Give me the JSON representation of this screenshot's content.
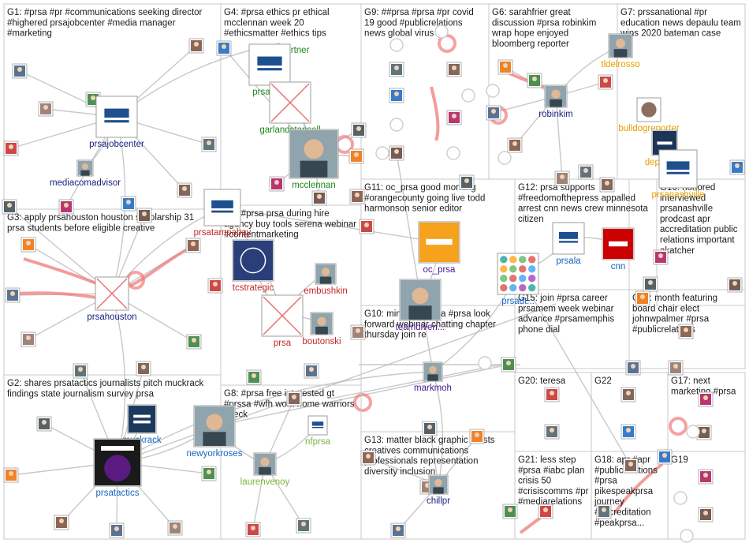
{
  "groups": [
    {
      "id": "G1",
      "text": [
        "G1: #prsa #pr #communications seeking director",
        "#highered prsajobcenter #media manager",
        "#marketing"
      ]
    },
    {
      "id": "G4",
      "text": [
        "G4: #prsa ethics pr ethical",
        "mcclennan week 20",
        "#ethicsmatter #ethics tips"
      ]
    },
    {
      "id": "G9",
      "text": [
        "G9: ##prsa #prsa #pr covid",
        "19 good #publicrelations",
        "news global virus"
      ]
    },
    {
      "id": "G6",
      "text": [
        "G6: sarahfrier great",
        "discussion #prsa robinkim",
        "wrap hope enjoyed",
        "bloomberg reporter"
      ]
    },
    {
      "id": "G7",
      "text": [
        "G7: prssanational #pr",
        "education news depaulu team",
        "wins 2020 bateman case"
      ]
    },
    {
      "id": "G3",
      "text": [
        "G3: apply prsahouston houston scholarship 31",
        "prsa students before eligible creative"
      ]
    },
    {
      "id": "G5",
      "text": [
        "G5: #prsa prsa during hire",
        "agency buy tools serena webinar",
        "#contentmarketing"
      ]
    },
    {
      "id": "G11",
      "text": [
        "G11: oc_prsa good morning",
        "#orangecounty going live todd",
        "harmonson senior editor"
      ]
    },
    {
      "id": "G12",
      "text": [
        "G12: prsa supports",
        "#freedomofthepress appalled",
        "arrest cnn news crew minnesota",
        "citizen"
      ]
    },
    {
      "id": "G16",
      "text": [
        "G16: honored",
        "interviewed",
        "prsanashville",
        "prodcast apr",
        "accreditation public",
        "relations important",
        "akatcher"
      ]
    },
    {
      "id": "G15",
      "text": [
        "G15: join #prsa career",
        "prsamem week webinar",
        "advance #prsamemphis",
        "phone dial"
      ]
    },
    {
      "id": "G14",
      "text": [
        "G14: month featuring",
        "board chair elect",
        "johnwpalmer #prsa",
        "#publicrelations"
      ]
    },
    {
      "id": "G10",
      "text": [
        "G10: minnesotaprsa #prsa look",
        "forward webinar chatting chapter",
        "thursday join re"
      ]
    },
    {
      "id": "G2",
      "text": [
        "G2: shares prsatactics journalists pitch muckrack",
        "findings state journalism survey prsa"
      ]
    },
    {
      "id": "G8",
      "text": [
        "G8: #prsa free interested gt",
        "#prssa #wfh work home warriors",
        "check"
      ]
    },
    {
      "id": "G20",
      "text": [
        "G20: teresa"
      ]
    },
    {
      "id": "G22",
      "text": [
        "G22"
      ]
    },
    {
      "id": "G17",
      "text": [
        "G17: next",
        "marketing #prsa"
      ]
    },
    {
      "id": "G13",
      "text": [
        "G13: matter black graphic artists",
        "creatives communications",
        "professionals representation",
        "diversity inclusion"
      ]
    },
    {
      "id": "G21",
      "text": [
        "G21: less step",
        "#prsa #iabc plan",
        "crisis 50",
        "#crisiscomms #pr",
        "#mediarelations"
      ]
    },
    {
      "id": "G18",
      "text": [
        "G18: apr #apr",
        "#publicrelations",
        "#prsa",
        "pikespeakprsa",
        "journey",
        "#accreditation",
        "#peakprsa..."
      ]
    },
    {
      "id": "G19",
      "text": [
        "G19"
      ]
    }
  ],
  "nodes": [
    {
      "label": "prsajobcenter",
      "color": "#1a237e",
      "thumb": "jobcenter"
    },
    {
      "label": "mediacomadvisor",
      "color": "#1a237e",
      "thumb": "photo"
    },
    {
      "label": "thoughtpartner",
      "color": "#1b8a1b",
      "thumb": "logo-m"
    },
    {
      "label": "prsacolo",
      "color": "#1b8a1b",
      "thumb": "prsa"
    },
    {
      "label": "garlandstansell",
      "color": "#1b8a1b",
      "thumb": "missing"
    },
    {
      "label": "mcclennan",
      "color": "#1b8a1b",
      "thumb": "photo"
    },
    {
      "label": "robinkim",
      "color": "#1a237e",
      "thumb": "photo"
    },
    {
      "label": "tldelrosso",
      "color": "#e8a000",
      "thumb": "photo"
    },
    {
      "label": "bulldogreporter",
      "color": "#e8a000",
      "thumb": "dog"
    },
    {
      "label": "depaulu...",
      "color": "#e8a000",
      "thumb": "news"
    },
    {
      "label": "prsahouston",
      "color": "#1a237e",
      "thumb": "missing"
    },
    {
      "label": "prsatampabay",
      "color": "#c62828",
      "thumb": "prsa"
    },
    {
      "label": "tcstrategic",
      "color": "#c62828",
      "thumb": "tc"
    },
    {
      "label": "embushkin",
      "color": "#c62828",
      "thumb": "photo"
    },
    {
      "label": "prsa",
      "color": "#c62828",
      "thumb": "missing"
    },
    {
      "label": "boutonski",
      "color": "#c62828",
      "thumb": "photo"
    },
    {
      "label": "oc_prsa",
      "color": "#4a148c",
      "thumb": "ocprsa"
    },
    {
      "label": "prsala",
      "color": "#1565c0",
      "thumb": "prsa"
    },
    {
      "label": "cnn",
      "color": "#1565c0",
      "thumb": "cnn"
    },
    {
      "label": "prsadt...",
      "color": "#1565c0",
      "thumb": "crowd"
    },
    {
      "label": "markmoh",
      "color": "#4a148c",
      "thumb": "photo"
    },
    {
      "label": "muckrack",
      "color": "#1565c0",
      "thumb": "muckrack"
    },
    {
      "label": "newyorkroses",
      "color": "#1565c0",
      "thumb": "photo"
    },
    {
      "label": "prsatactics",
      "color": "#1565c0",
      "thumb": "tactics"
    },
    {
      "label": "nfprsa",
      "color": "#7cb342",
      "thumb": "prsa"
    },
    {
      "label": "laurenvenoy",
      "color": "#7cb342",
      "thumb": "photo"
    },
    {
      "label": "chillpr",
      "color": "#1a237e",
      "thumb": "photo"
    },
    {
      "label": "teamdiven...",
      "color": "#4a148c",
      "thumb": "photo"
    },
    {
      "label": "prsanashville",
      "color": "#e8a000",
      "thumb": "prsa"
    }
  ]
}
